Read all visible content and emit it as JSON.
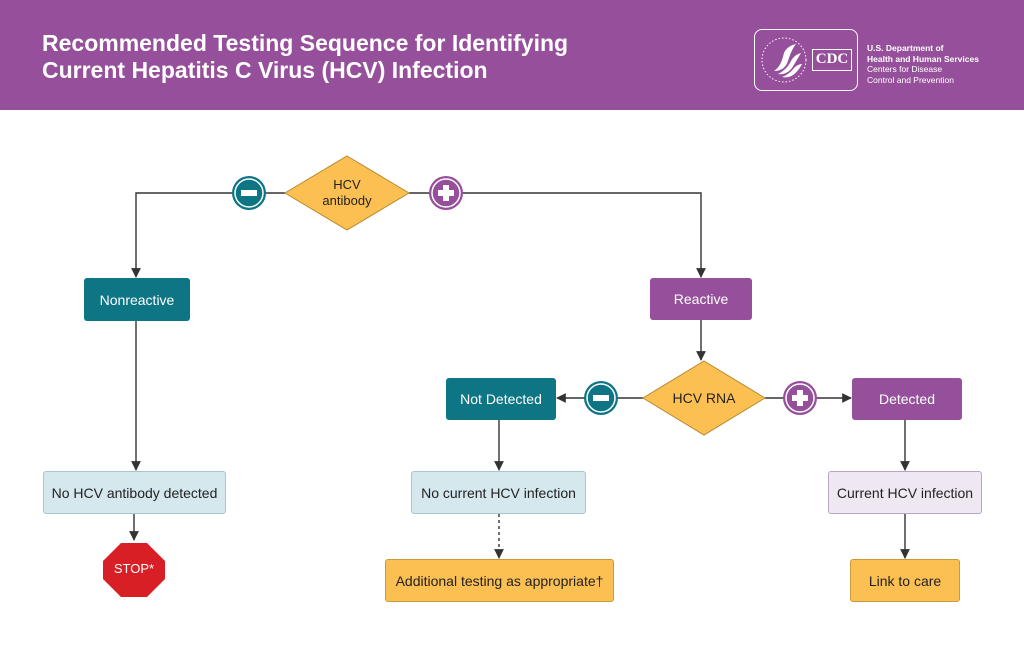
{
  "header": {
    "title_line1": "Recommended Testing Sequence for Identifying",
    "title_line2": "Current Hepatitis C Virus (HCV) Infection",
    "logo_text": "CDC",
    "agency_line1": "U.S. Department of",
    "agency_line2": "Health and Human Services",
    "agency_line3": "Centers for Disease",
    "agency_line4": "Control and Prevention"
  },
  "flow": {
    "hcv_antibody_line1": "HCV",
    "hcv_antibody_line2": "antibody",
    "nonreactive": "Nonreactive",
    "reactive": "Reactive",
    "no_antibody": "No HCV antibody detected",
    "stop": "STOP*",
    "hcv_rna": "HCV RNA",
    "not_detected": "Not Detected",
    "detected": "Detected",
    "no_current_infection": "No current HCV infection",
    "current_infection": "Current HCV infection",
    "additional_testing": "Additional testing as appropriate†",
    "link_to_care": "Link to care"
  },
  "colors": {
    "purple": "#96509b",
    "teal": "#0e7585",
    "orange": "#fcc052",
    "stop_red": "#d91f26",
    "light_blue": "#d4e8ee",
    "lavender": "#efe8f3"
  }
}
